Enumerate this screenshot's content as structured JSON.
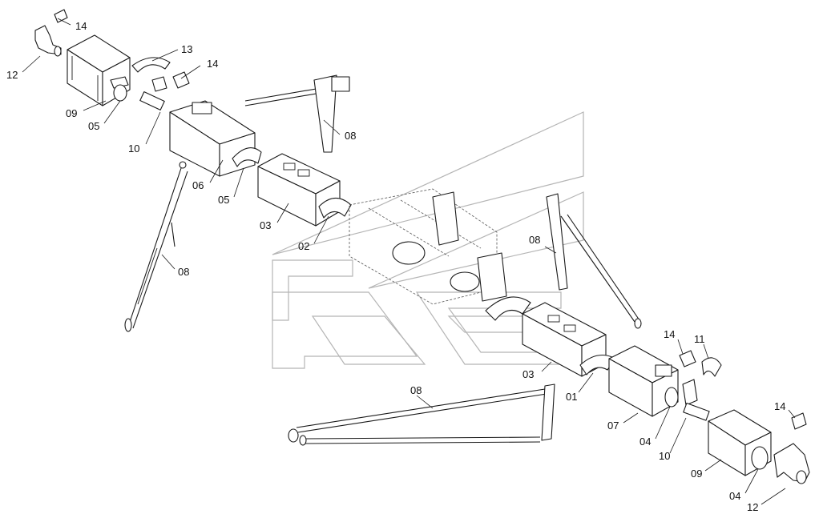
{
  "callouts": [
    {
      "id": "c14a",
      "text": "14"
    },
    {
      "id": "c12a",
      "text": "12"
    },
    {
      "id": "c13",
      "text": "13"
    },
    {
      "id": "c14b",
      "text": "14"
    },
    {
      "id": "c09a",
      "text": "09"
    },
    {
      "id": "c05a",
      "text": "05"
    },
    {
      "id": "c10a",
      "text": "10"
    },
    {
      "id": "c08a",
      "text": "08"
    },
    {
      "id": "c06",
      "text": "06"
    },
    {
      "id": "c05b",
      "text": "05"
    },
    {
      "id": "c03a",
      "text": "03"
    },
    {
      "id": "c02",
      "text": "02"
    },
    {
      "id": "c08b",
      "text": "08"
    },
    {
      "id": "c08c",
      "text": "08"
    },
    {
      "id": "c03b",
      "text": "03"
    },
    {
      "id": "c01",
      "text": "01"
    },
    {
      "id": "c08d",
      "text": "08"
    },
    {
      "id": "c07",
      "text": "07"
    },
    {
      "id": "c04a",
      "text": "04"
    },
    {
      "id": "c14c",
      "text": "14"
    },
    {
      "id": "c11",
      "text": "11"
    },
    {
      "id": "c10b",
      "text": "10"
    },
    {
      "id": "c14d",
      "text": "14"
    },
    {
      "id": "c09b",
      "text": "09"
    },
    {
      "id": "c04b",
      "text": "04"
    },
    {
      "id": "c12b",
      "text": "12"
    }
  ]
}
